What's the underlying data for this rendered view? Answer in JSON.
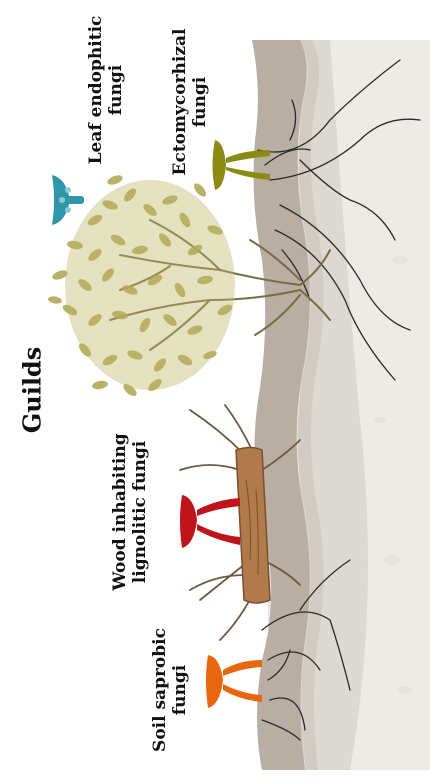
{
  "figure": {
    "title": "Guilds",
    "guilds": [
      {
        "label": "Leaf endophitic\nfungi",
        "color": "#2f97a8"
      },
      {
        "label": "Ectomycorhizal\nfungi",
        "color": "#8a8a14"
      },
      {
        "label": "Wood inhabiting\nlignolitic fungi",
        "color": "#c0141c"
      },
      {
        "label": "Soil saprobic\nfungi",
        "color": "#e8670e"
      }
    ],
    "colors": {
      "soil": "#d8d4ce",
      "soil_shadow": "#ece9e4",
      "ground_band": "#b6aca2",
      "tree_foliage": "#b3ab5a",
      "branch": "#6d5a3a",
      "log": "#b07a4c",
      "root": "#2a2a2a"
    }
  }
}
